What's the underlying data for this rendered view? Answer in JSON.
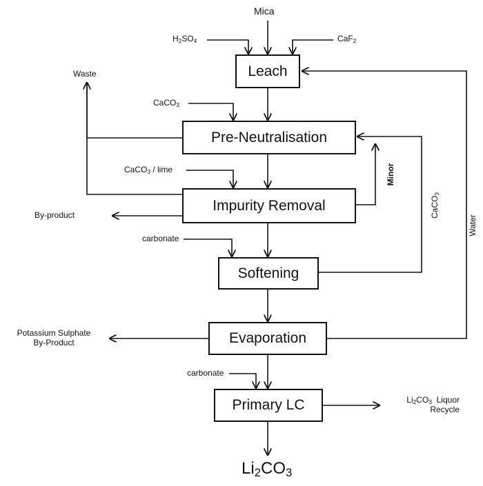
{
  "processes": {
    "leach": "Leach",
    "pre_neutralisation": "Pre-Neutralisation",
    "impurity_removal": "Impurity Removal",
    "softening": "Softening",
    "evaporation": "Evaporation",
    "primary_lc": "Primary LC"
  },
  "inputs": {
    "mica": "Mica",
    "h2so4_a": "H",
    "h2so4_b": "2",
    "h2so4_c": "SO",
    "h2so4_d": "4",
    "caf2_a": "CaF",
    "caf2_b": "2",
    "caco3_a": "CaCO",
    "caco3_b": "3",
    "caco3_lime_a": "CaCO",
    "caco3_lime_b": "3",
    "caco3_lime_c": " / lime",
    "carbonate_1": "carbonate",
    "carbonate_2": "carbonate"
  },
  "outputs": {
    "waste": "Waste",
    "by_product": "By-product",
    "potassium_line1": "Potassium Sulphate",
    "potassium_line2": "By-Product",
    "liquor_a": "Li",
    "liquor_b": "2",
    "liquor_c": "CO",
    "liquor_d": "3",
    "liquor_e": "  Liquor",
    "liquor_line2": "Recycle",
    "final_a": "Li",
    "final_b": "2",
    "final_c": "CO",
    "final_d": "3"
  },
  "recycles": {
    "minor": "Minor",
    "caco3_a": "CaCO",
    "caco3_b": "3",
    "water": "Water"
  }
}
